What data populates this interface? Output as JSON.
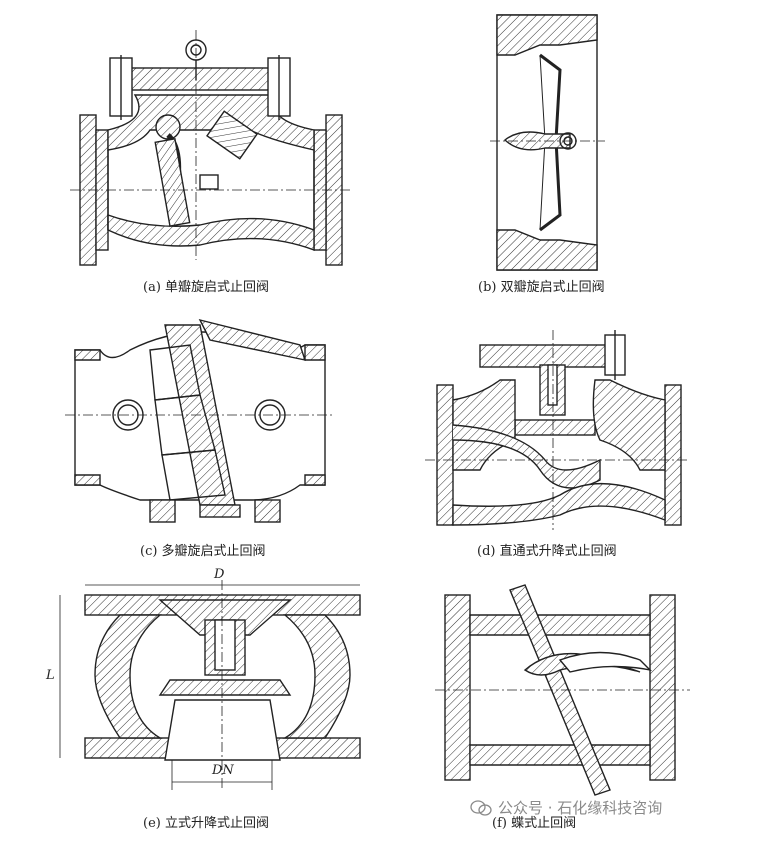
{
  "figures": [
    {
      "id": "a",
      "caption": "(a) 单瓣旋启式止回阀"
    },
    {
      "id": "b",
      "caption": "(b) 双瓣旋启式止回阀"
    },
    {
      "id": "c",
      "caption": "(c) 多瓣旋启式止回阀"
    },
    {
      "id": "d",
      "caption": "(d) 直通式升降式止回阀"
    },
    {
      "id": "e",
      "caption": "(e) 立式升降式止回阀"
    },
    {
      "id": "f",
      "caption": "(f) 蝶式止回阀"
    }
  ],
  "dimensions": {
    "d": "D",
    "l": "L",
    "dn": "DN"
  },
  "watermark": {
    "text": "公众号 · 石化缘科技咨询",
    "icon": "wechat-icon"
  }
}
